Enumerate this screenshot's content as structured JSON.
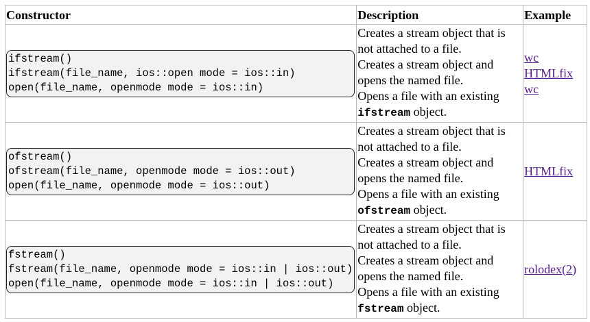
{
  "headers": {
    "constructor": "Constructor",
    "description": "Description",
    "example": "Example"
  },
  "rows": [
    {
      "code": [
        "ifstream()",
        "ifstream(file_name, ios::open mode = ios::in)",
        "open(file_name, openmode mode = ios::in)"
      ],
      "desc": [
        "Creates a stream object that is",
        "not attached to a file.",
        "Creates a stream object and",
        "opens the named file.",
        "Opens a file with an existing"
      ],
      "desc_obj": "ifstream",
      "desc_tail": " object.",
      "examples": [
        "wc",
        "HTMLfix",
        "wc"
      ]
    },
    {
      "code": [
        "ofstream()",
        "ofstream(file_name, openmode mode = ios::out)",
        "open(file_name, openmode mode = ios::out)"
      ],
      "desc": [
        "Creates a stream object that is",
        "not attached to a file.",
        "Creates a stream object and",
        "opens the named file.",
        "Opens a file with an existing"
      ],
      "desc_obj": "ofstream",
      "desc_tail": " object.",
      "examples": [
        "HTMLfix"
      ]
    },
    {
      "code": [
        "fstream()",
        "fstream(file_name, openmode mode = ios::in | ios::out)",
        "open(file_name, openmode mode = ios::in | ios::out)"
      ],
      "desc": [
        "Creates a stream object that is",
        "not attached to a file.",
        "Creates a stream object and",
        "opens the named file.",
        "Opens a file with an existing"
      ],
      "desc_obj": "fstream",
      "desc_tail": " object.",
      "examples": [
        "rolodex(2)"
      ]
    }
  ]
}
